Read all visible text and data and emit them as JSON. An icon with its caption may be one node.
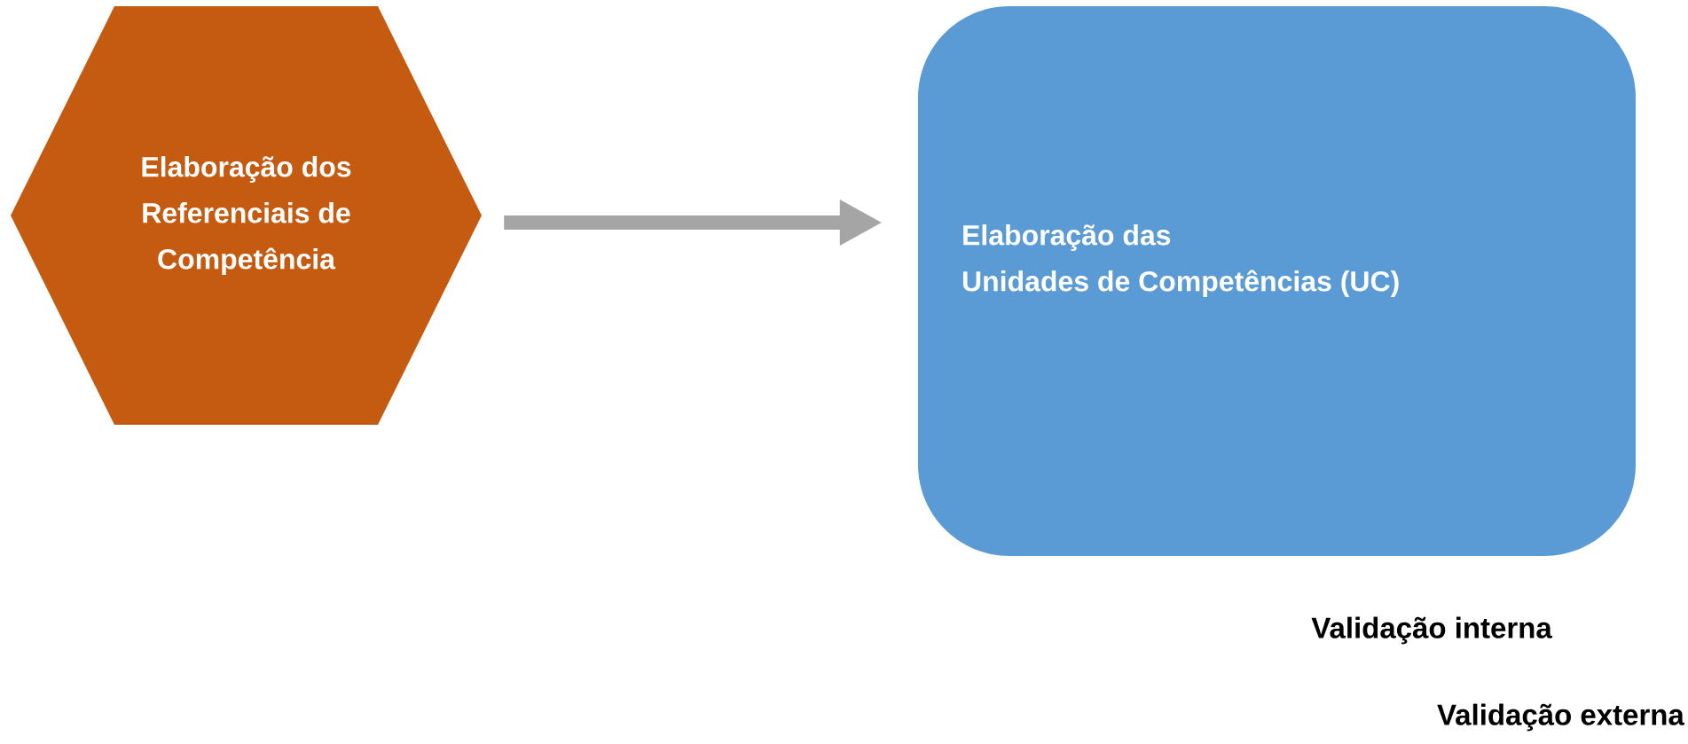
{
  "diagram": {
    "nodes": [
      {
        "text": [
          "Elaboração dos Referenciais de Competência"
        ]
      },
      {
        "text": [
          "Elaboração das Unidades de Competências (UC)"
        ]
      }
    ],
    "edges": [
      {
        "from": 0,
        "to": 1,
        "arrow": "to"
      }
    ],
    "labels": [
      "Validação interna",
      "Validação externa"
    ]
  }
}
